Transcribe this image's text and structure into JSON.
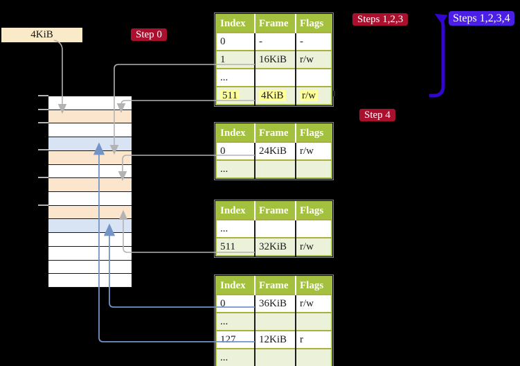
{
  "diagram": {
    "frame_size_box": "4KiB",
    "labels": {
      "step0": "Step 0",
      "steps123": "Steps 1,2,3",
      "steps1234": "Steps 1,2,3,4",
      "step4": "Step 4"
    },
    "tables": [
      {
        "name": "page-table-top",
        "headers": [
          "Index",
          "Frame",
          "Flags"
        ],
        "rows": [
          {
            "cells": [
              "0",
              "-",
              "-"
            ],
            "shade": false,
            "highlight": false
          },
          {
            "cells": [
              "1",
              "16KiB",
              "r/w"
            ],
            "shade": true,
            "highlight": false
          },
          {
            "cells": [
              "...",
              "",
              ""
            ],
            "shade": false,
            "highlight": false
          },
          {
            "cells": [
              "511",
              "4KiB",
              "r/w"
            ],
            "shade": true,
            "highlight": true
          }
        ]
      },
      {
        "name": "page-table-second",
        "headers": [
          "Index",
          "Frame",
          "Flags"
        ],
        "rows": [
          {
            "cells": [
              "0",
              "24KiB",
              "r/w"
            ],
            "shade": false,
            "highlight": false
          },
          {
            "cells": [
              "...",
              "",
              ""
            ],
            "shade": true,
            "highlight": false
          }
        ]
      },
      {
        "name": "page-table-third",
        "headers": [
          "Index",
          "Frame",
          "Flags"
        ],
        "rows": [
          {
            "cells": [
              "...",
              "",
              ""
            ],
            "shade": false,
            "highlight": false
          },
          {
            "cells": [
              "511",
              "32KiB",
              "r/w"
            ],
            "shade": true,
            "highlight": false
          }
        ]
      },
      {
        "name": "page-table-bottom",
        "headers": [
          "Index",
          "Frame",
          "Flags"
        ],
        "rows": [
          {
            "cells": [
              "0",
              "36KiB",
              "r/w"
            ],
            "shade": false,
            "highlight": false
          },
          {
            "cells": [
              "...",
              "",
              ""
            ],
            "shade": true,
            "highlight": false
          },
          {
            "cells": [
              "127",
              "12KiB",
              "r"
            ],
            "shade": false,
            "highlight": false
          },
          {
            "cells": [
              "...",
              "",
              ""
            ],
            "shade": true,
            "highlight": false
          }
        ]
      }
    ],
    "memory_rows": [
      "white",
      "peach",
      "white",
      "blue",
      "peach",
      "white",
      "peach",
      "white",
      "peach",
      "blue",
      "white",
      "white",
      "white",
      "white"
    ],
    "connections": [
      {
        "from": "4KiB-box",
        "to": "memory-frame-row-2",
        "color": "gray"
      },
      {
        "from": "page-table-top-row-511",
        "to": "memory-frame-row-2",
        "color": "gray"
      },
      {
        "from": "page-table-top-row-1",
        "to": "memory-frame-row-5",
        "color": "gray"
      },
      {
        "from": "page-table-second-row-0",
        "to": "memory-frame-row-7",
        "color": "gray"
      },
      {
        "from": "page-table-third-row-511",
        "to": "memory-frame-row-9",
        "color": "gray"
      },
      {
        "from": "page-table-bottom-row-0",
        "to": "memory-frame-row-10",
        "color": "blue"
      },
      {
        "from": "page-table-bottom-row-127",
        "to": "memory-frame-row-4",
        "color": "blue"
      },
      {
        "from": "loop-bottom",
        "to": "steps-1-2-3-label",
        "color": "thick-blue"
      }
    ],
    "colors": {
      "background": "#000000",
      "wheat_box": "#faebc8",
      "crimson_label": "#a8102d",
      "blue_label": "#4b1fe5",
      "thick_blue_arrow": "#3305d2",
      "thin_blue_arrow": "#7394c7",
      "gray_arrow": "#b3b3b3",
      "table_header_green": "#a3c13e",
      "table_shade_green": "#ecf1da",
      "table_grid_olive": "#a8b238",
      "highlight_yellow": "#ffff9c",
      "memory_peach": "#fce5cd",
      "memory_blue": "#d8e4f4"
    }
  }
}
